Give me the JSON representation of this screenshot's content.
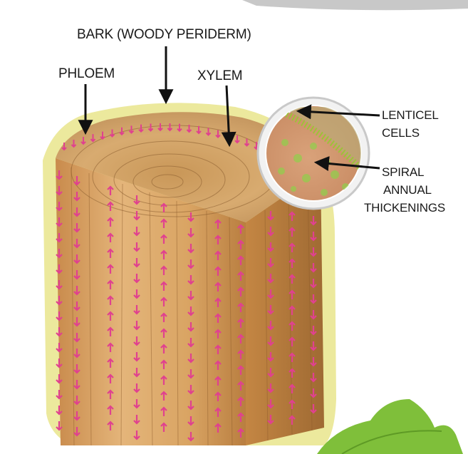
{
  "labels": {
    "bark": "BARK (WOODY PERIDERM)",
    "phloem": "PHLOEM",
    "xylem": "XYLEM",
    "lenticel_line1": "LENTICEL",
    "lenticel_line2": "CELLS",
    "spiral_line1": "SPIRAL",
    "spiral_line2": "ANNUAL",
    "spiral_line3": "THICKENINGS"
  },
  "colors": {
    "wood": "#d9a463",
    "wood_dark": "#b57a3c",
    "bark": "#dcd873",
    "arrows": "#e0418f",
    "leaf": "#7fbf3a",
    "inset_ring": "#e9e9e9",
    "lenticel": "#9ec13a"
  },
  "icons": {
    "flow_up": "arrow-up-icon",
    "flow_down": "arrow-down-icon",
    "pointer": "arrow-pointer-icon"
  }
}
